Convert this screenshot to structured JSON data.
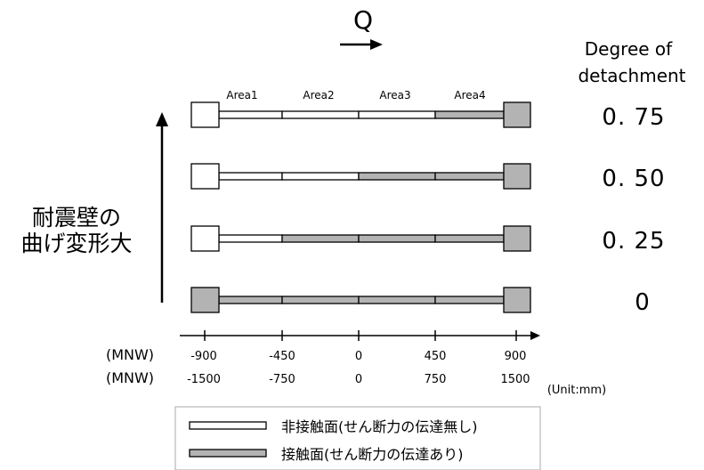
{
  "flow_label": "Q",
  "header": {
    "line1": "Degree of",
    "line2": "detachment"
  },
  "side_label": {
    "line1": "耐震壁の",
    "line2": "曲げ変形大"
  },
  "areas": [
    "Area1",
    "Area2",
    "Area3",
    "Area4"
  ],
  "rows": [
    {
      "degree": "0. 75",
      "contact": [
        false,
        false,
        false,
        true
      ]
    },
    {
      "degree": "0. 50",
      "contact": [
        false,
        false,
        true,
        true
      ]
    },
    {
      "degree": "0. 25",
      "contact": [
        false,
        true,
        true,
        true
      ]
    },
    {
      "degree": "0",
      "contact": [
        true,
        true,
        true,
        true
      ]
    }
  ],
  "axis": {
    "row1_label": "(MNW)",
    "row1_ticks": [
      "-900",
      "-450",
      "0",
      "450",
      "900"
    ],
    "row2_label": "(MNW)",
    "row2_ticks": [
      "-1500",
      "-750",
      "0",
      "750",
      "1500"
    ],
    "unit": "(Unit:mm)"
  },
  "legend": [
    {
      "type": "non-contact",
      "label": "非接触面(せん断力の伝達無し)"
    },
    {
      "type": "contact",
      "label": "接触面(せん断力の伝達あり)"
    }
  ],
  "colors": {
    "contact_fill": "#b3b3b3",
    "non_contact_fill": "#ffffff",
    "line": "#000000"
  }
}
